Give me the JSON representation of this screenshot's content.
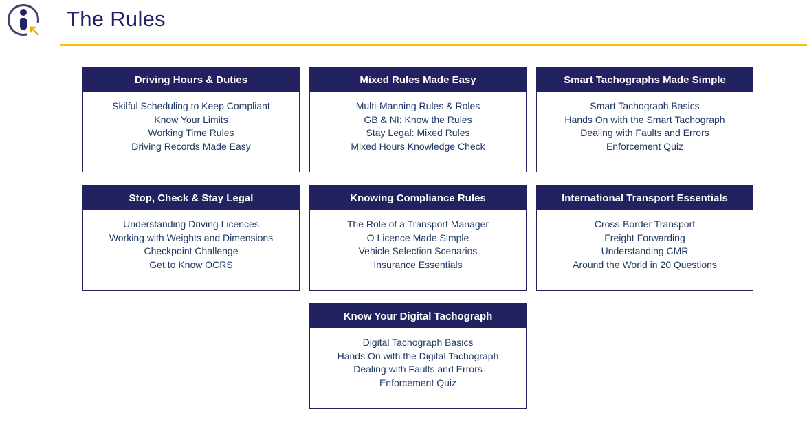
{
  "header": {
    "title": "The Rules"
  },
  "colors": {
    "navy": "#222260",
    "body_text": "#1F3864",
    "accent_gold": "#FFC000"
  },
  "cards": [
    {
      "title": "Driving Hours & Duties",
      "items": [
        "Skilful Scheduling to Keep Compliant",
        "Know Your Limits",
        "Working Time Rules",
        "Driving Records Made Easy"
      ]
    },
    {
      "title": "Mixed Rules Made Easy",
      "items": [
        "Multi-Manning Rules & Roles",
        "GB & NI: Know the Rules",
        "Stay Legal: Mixed Rules",
        "Mixed Hours Knowledge Check"
      ]
    },
    {
      "title": "Smart Tachographs Made Simple",
      "items": [
        "Smart Tachograph Basics",
        "Hands On with the Smart Tachograph",
        "Dealing with Faults and Errors",
        "Enforcement Quiz"
      ]
    },
    {
      "title": "Stop, Check & Stay Legal",
      "items": [
        "Understanding Driving Licences",
        "Working with Weights and Dimensions",
        "Checkpoint Challenge",
        "Get to Know OCRS"
      ]
    },
    {
      "title": "Knowing Compliance Rules",
      "items": [
        "The Role of a Transport Manager",
        "O Licence Made Simple",
        "Vehicle Selection Scenarios",
        "Insurance Essentials"
      ]
    },
    {
      "title": "International Transport Essentials",
      "items": [
        "Cross-Border Transport",
        "Freight Forwarding",
        "Understanding CMR",
        "Around the World in 20 Questions"
      ]
    },
    {
      "title": "Know Your Digital Tachograph",
      "items": [
        "Digital Tachograph Basics",
        "Hands On with the Digital Tachograph",
        "Dealing with Faults and Errors",
        "Enforcement Quiz"
      ]
    }
  ]
}
